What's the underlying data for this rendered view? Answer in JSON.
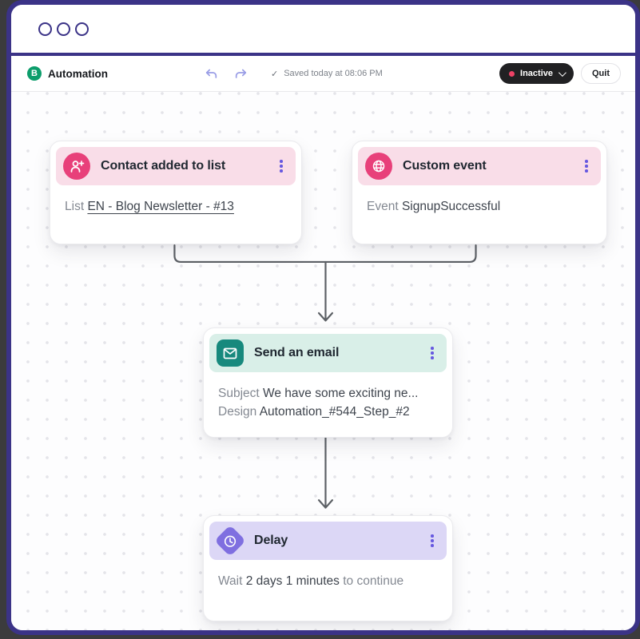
{
  "frame": {
    "window_controls": [
      "window-dot",
      "window-dot",
      "window-dot"
    ],
    "frame_color": "#3b3387",
    "outer_background": "#3b3b3d"
  },
  "toolbar": {
    "logo_letter": "B",
    "logo_color": "#0c9d6b",
    "app_title": "Automation",
    "undo_icon": "undo-arrow",
    "redo_icon": "redo-arrow",
    "saved_check": "✓",
    "saved_text": "Saved today at 08:06 PM",
    "status": {
      "label": "Inactive",
      "dot_color": "#ee4266",
      "chevron": "chevron-down"
    },
    "quit_label": "Quit"
  },
  "canvas": {
    "dot_color": "#e4e4e9",
    "connector_color": "#5c6065"
  },
  "nodes": [
    {
      "id": "contact-added-to-list",
      "title": "Contact added to list",
      "theme": "pink",
      "icon": "person-plus-icon",
      "header_color": "#f9dde8",
      "icon_color": "#e8407a",
      "body": [
        {
          "label": "List",
          "value": "EN - Blog Newsletter - #13"
        }
      ]
    },
    {
      "id": "custom-event",
      "title": "Custom event",
      "theme": "pink",
      "icon": "globe-icon",
      "header_color": "#f9dde8",
      "icon_color": "#e8407a",
      "body": [
        {
          "label": "Event",
          "value": "SignupSuccessful"
        }
      ]
    },
    {
      "id": "send-an-email",
      "title": "Send an email",
      "theme": "teal",
      "icon": "envelope-icon",
      "header_color": "#d9efe8",
      "icon_color": "#17897d",
      "body": [
        {
          "label": "Subject",
          "value": "We have some exciting ne..."
        },
        {
          "label": "Design",
          "value": "Automation_#544_Step_#2"
        }
      ]
    },
    {
      "id": "delay",
      "title": "Delay",
      "theme": "purple",
      "icon": "clock-icon",
      "header_color": "#dcd7f6",
      "icon_color": "#7f6fe0",
      "body": [
        {
          "label": "Wait",
          "value": "2 days 1 minutes",
          "suffix": "to continue"
        }
      ]
    }
  ]
}
